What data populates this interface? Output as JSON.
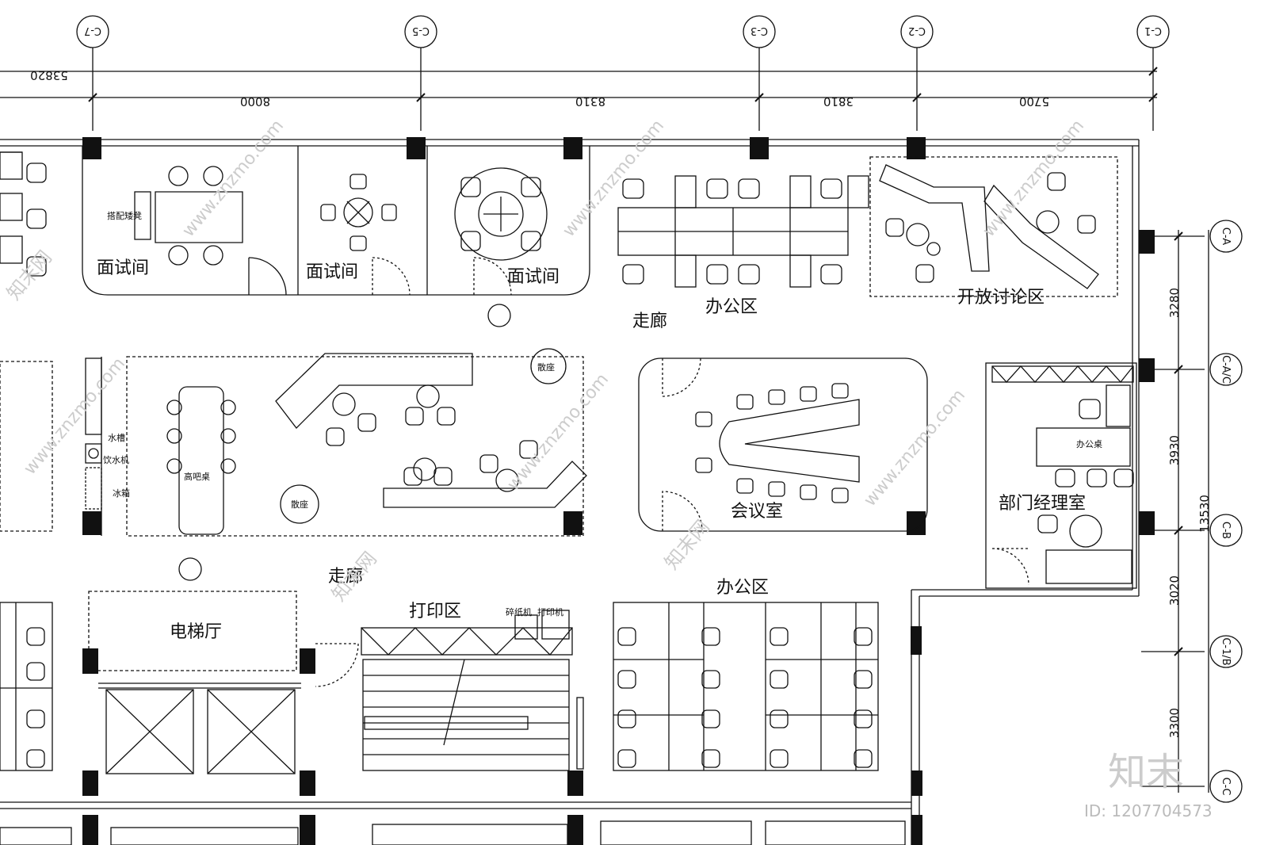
{
  "axes_top": [
    "C-7",
    "C-5",
    "C-3",
    "C-2",
    "C-1"
  ],
  "axes_right": [
    "C-A",
    "C-A/C",
    "C-B",
    "C-1/B",
    "C-C"
  ],
  "dims_top": {
    "total": "53820",
    "segments": [
      "8000",
      "8310",
      "3810",
      "5700"
    ]
  },
  "dims_right": {
    "segments": [
      "3280",
      "3930",
      "3020",
      "3300"
    ],
    "total": "13530"
  },
  "rooms": {
    "interview_1": "面试间",
    "interview_2": "面试间",
    "interview_3": "面试间",
    "office_top": "办公区",
    "open_discussion": "开放讨论区",
    "corridor_top": "走廊",
    "meeting": "会议室",
    "manager": "部门经理室",
    "corridor_mid": "走廊",
    "elevator_hall": "电梯厅",
    "print_area": "打印区",
    "office_bottom": "办公区"
  },
  "furniture": {
    "stool": "搭配矮凳",
    "high_bar_table": "高吧桌",
    "loose_seat_1": "散座",
    "loose_seat_2": "散座",
    "sink": "水槽",
    "water_dispenser": "饮水机",
    "fridge": "冰箱",
    "desk": "办公桌",
    "shredder": "碎纸机",
    "printer": "打印机"
  },
  "watermark": {
    "site": "www.znzmo.com",
    "cn": "知末网",
    "logo": "知末",
    "id": "ID: 1207704573"
  }
}
